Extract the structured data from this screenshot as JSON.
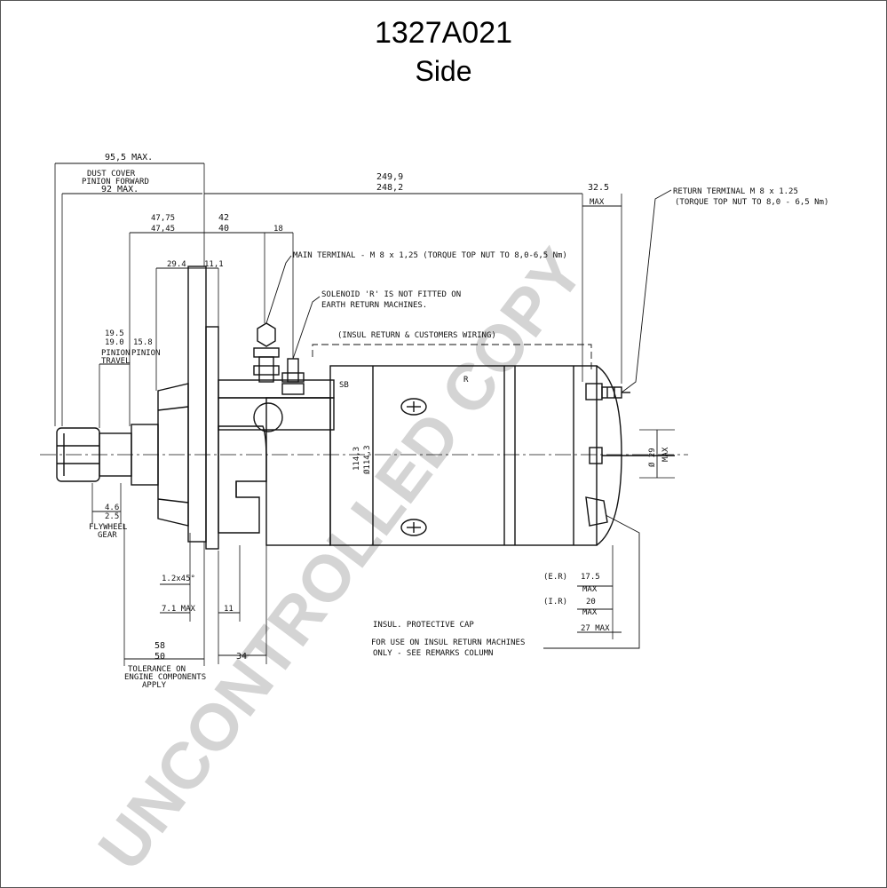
{
  "title": {
    "part_number": "1327A021",
    "view": "Side"
  },
  "watermark": "UNCONTROLLED COPY",
  "dimensions": {
    "overall_max": "95,5 MAX.",
    "dust_cover_line1": "DUST COVER",
    "dust_cover_line2": "PINION FORWARD",
    "dust_cover_line3": "92 MAX.",
    "length_a": "249,9",
    "length_b": "248,2",
    "return_max_val": "32.5",
    "return_max_label": "MAX",
    "flange_a": "47,75",
    "flange_b": "47,45",
    "mount_a": "42",
    "mount_b": "40",
    "terminal_spacing": "18",
    "pinion_offset": "29.4",
    "flange_thickness": "11,1",
    "travel_a": "19.5",
    "travel_b": "19.0",
    "pinion_dim": "15.8",
    "pinion_travel_label1": "PINION",
    "pinion_travel_label2": "TRAVEL",
    "pinion_label": "PINION",
    "gear_a": "4.6",
    "gear_b": "2.5",
    "flywheel_label1": "FLYWHEEL",
    "flywheel_label2": "GEAR",
    "angle": "1.2x45°",
    "hole_max": "7.1 MAX",
    "ring_dim": "11",
    "engine_a": "58",
    "engine_b": "50",
    "tolerance_line1": "TOLERANCE ON",
    "tolerance_line2": "ENGINE COMPONENTS",
    "tolerance_line3": "APPLY",
    "body_width": "34",
    "dia_a": "114,3",
    "dia_b": "Ø114,3",
    "stud_dia": "Ø 29",
    "stud_max": "MAX",
    "er_label": "(E.R)",
    "er_val": "17.5",
    "ir_label": "(I.R)",
    "ir_val": "20",
    "max_label": "MAX",
    "cap_dim": "27 MAX"
  },
  "notes": {
    "return_terminal_1": "RETURN TERMINAL M 8 x 1.25",
    "return_terminal_2": "(TORQUE TOP NUT TO 8,0 - 6,5 Nm)",
    "main_terminal": "MAIN TERMINAL - M 8 x 1,25  (TORQUE TOP NUT TO 8,0-6,5 Nm)",
    "solenoid_1": "SOLENOID 'R' IS NOT FITTED ON",
    "solenoid_2": "EARTH RETURN MACHINES.",
    "insul_return": "(INSUL RETURN & CUSTOMERS WIRING)",
    "cap_1": "INSUL. PROTECTIVE CAP",
    "cap_2": "FOR USE ON INSUL RETURN MACHINES",
    "cap_3": "ONLY - SEE REMARKS COLUMN",
    "label_sb": "SB",
    "label_r": "R"
  }
}
